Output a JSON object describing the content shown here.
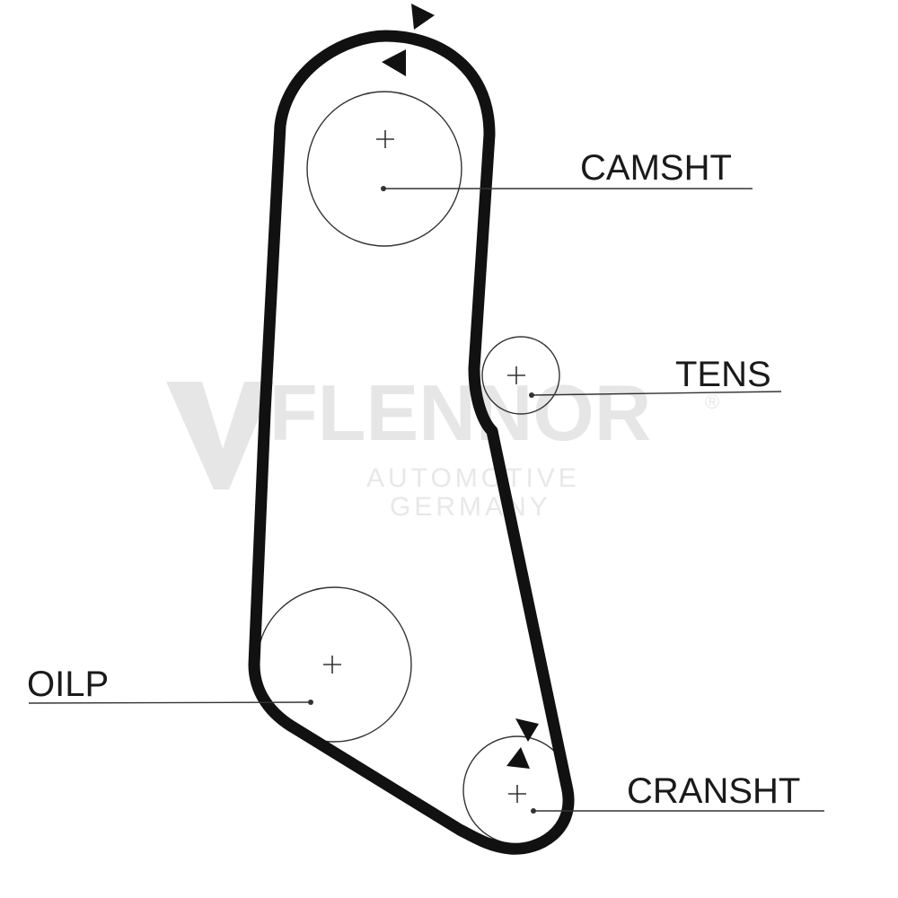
{
  "watermark": {
    "brand": "FLENNOR",
    "line1": "AUTOMOTIVE",
    "line2": "GERMANY",
    "registered": "®"
  },
  "labels": {
    "camshaft": "CAMSHT",
    "tensioner": "TENS",
    "oil_pump": "OILP",
    "crankshaft": "CRANSHT"
  },
  "colors": {
    "belt": "#111111",
    "lines": "#333333",
    "watermark": "#e6e6e6"
  }
}
